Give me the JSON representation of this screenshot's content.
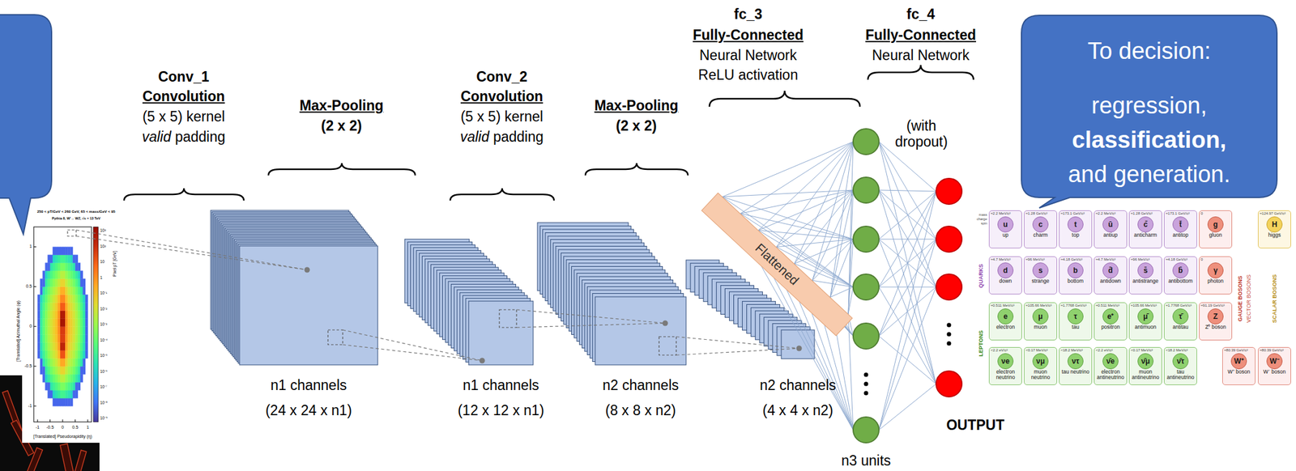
{
  "diagram": {
    "nodes": [
      {
        "text": [
          "n1 channels",
          "(24 x 24 x n1)"
        ]
      },
      {
        "text": [
          "n1 channels",
          "(12 x 12 x n1)"
        ]
      },
      {
        "text": [
          "n2 channels",
          "(8 x 8 x n2)"
        ]
      },
      {
        "text": [
          "n2 channels",
          "(4 x 4 x n2)"
        ]
      },
      {
        "text": [
          "Flattened"
        ]
      },
      {
        "text": [
          "To decision:",
          "regression, classification, and generation."
        ]
      },
      {
        "text": [
          "≈2.2 MeV/c²",
          "u",
          "up"
        ]
      },
      {
        "text": [
          "≈1.28 GeV/c²",
          "c",
          "charm"
        ]
      },
      {
        "text": [
          "≈173.1 GeV/c²",
          "t",
          "top"
        ]
      },
      {
        "text": [
          "≈2.2 MeV/c²",
          "ū",
          "antiup"
        ]
      },
      {
        "text": [
          "≈1.28 GeV/c²",
          "c̄",
          "anticharm"
        ]
      },
      {
        "text": [
          "≈173.1 GeV/c²",
          "t̄",
          "antitop"
        ]
      },
      {
        "text": [
          "0",
          "g",
          "gluon"
        ]
      },
      {
        "text": [
          "≈124.97 GeV/c²",
          "H",
          "higgs"
        ]
      },
      {
        "text": [
          "≈4.7 MeV/c²",
          "d",
          "down"
        ]
      },
      {
        "text": [
          "≈96 MeV/c²",
          "s",
          "strange"
        ]
      },
      {
        "text": [
          "≈4.18 GeV/c²",
          "b",
          "bottom"
        ]
      },
      {
        "text": [
          "≈4.7 MeV/c²",
          "d̄",
          "antidown"
        ]
      },
      {
        "text": [
          "≈96 MeV/c²",
          "s̄",
          "antistrange"
        ]
      },
      {
        "text": [
          "≈4.18 GeV/c²",
          "b̄",
          "antibottom"
        ]
      },
      {
        "text": [
          "0",
          "γ",
          "photon"
        ]
      },
      {
        "text": [
          "≈0.511 MeV/c²",
          "e",
          "electron"
        ]
      },
      {
        "text": [
          "≈105.66 MeV/c²",
          "μ",
          "muon"
        ]
      },
      {
        "text": [
          "≈1.7768 GeV/c²",
          "τ",
          "tau"
        ]
      },
      {
        "text": [
          "≈0.511 MeV/c²",
          "e⁺",
          "positron"
        ]
      },
      {
        "text": [
          "≈105.66 MeV/c²",
          "μ̄",
          "antimuon"
        ]
      },
      {
        "text": [
          "≈1.7768 GeV/c²",
          "τ̄",
          "antitau"
        ]
      },
      {
        "text": [
          "≈91.19 GeV/c²",
          "Z",
          "Z⁰ boson"
        ]
      },
      {
        "text": [
          "<2.2 eV/c²",
          "νe",
          "electron neutrino"
        ]
      },
      {
        "text": [
          "<0.17 MeV/c²",
          "νμ",
          "muon neutrino"
        ]
      },
      {
        "text": [
          "<18.2 MeV/c²",
          "ντ",
          "tau neutrino"
        ]
      },
      {
        "text": [
          "<2.2 eV/c²",
          "ν̄e",
          "electron antineutrino"
        ]
      },
      {
        "text": [
          "<0.17 MeV/c²",
          "ν̄μ",
          "muon antineutrino"
        ]
      },
      {
        "text": [
          "<18.2 MeV/c²",
          "ν̄τ",
          "tau antineutrino"
        ]
      },
      {
        "text": [
          "≈80.39 GeV/c²",
          "W⁺",
          "W⁺ boson"
        ]
      },
      {
        "text": [
          "≈80.39 GeV/c²",
          "W⁻",
          "W⁻ boson"
        ]
      }
    ],
    "labels": [
      "Conv_1",
      "Convolution",
      "(5 x 5) kernel",
      "valid padding",
      "Max-Pooling",
      "(2 x 2)",
      "Conv_2",
      "Convolution",
      "(5 x 5) kernel",
      "valid padding",
      "Max-Pooling",
      "(2 x 2)",
      "fc_3",
      "Fully-Connected",
      "Neural Network",
      "ReLU activation",
      "fc_4",
      "Fully-Connected",
      "Neural Network",
      "(with dropout)",
      "n3 units",
      "OUTPUT",
      "250 < pT/GeV < 260 GeV, 65 < mass/GeV < 95",
      "Pythia 8, W′→ WZ, √s = 13 TeV",
      "[Translated] Azimuthal Angle (φ)",
      "[Translated] Pseudorapidity (η)",
      "-1",
      "-0.5",
      "0",
      "0.5",
      "1",
      "-1",
      "-0.5",
      "0",
      "0.5",
      "1",
      "10³",
      "10²",
      "10",
      "1",
      "10⁻¹",
      "10⁻²",
      "10⁻³",
      "10⁻⁴",
      "10⁻⁵",
      "10⁻⁶",
      "10⁻⁷",
      "10⁻⁸",
      "10⁻⁹",
      "Pixel pT [GeV]",
      "mass",
      "charge",
      "spin",
      "QUARKS",
      "LEPTONS",
      "GAUGE BOSONS",
      "VECTOR BOSONS",
      "SCALAR BOSONS"
    ]
  }
}
